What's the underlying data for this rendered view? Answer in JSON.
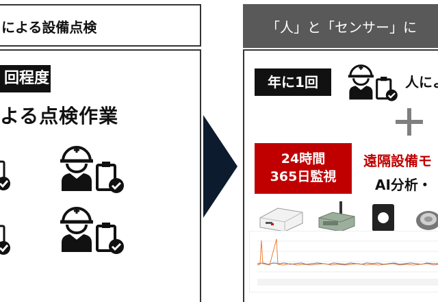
{
  "left": {
    "header_title": "による設備点検",
    "frequency_label": "回程度",
    "subtitle": "よる点検作業",
    "icons": [
      "worker-clipboard-icon",
      "worker-clipboard-icon",
      "worker-clipboard-icon",
      "worker-clipboard-icon"
    ]
  },
  "arrow": {
    "icon": "right-arrow-icon"
  },
  "right": {
    "header_title": "「人」と「センサー」に",
    "frequency_label": "年に1回",
    "by_person_text": "人によ",
    "plus_icon": "plus-icon",
    "monitoring_line1": "24時間",
    "monitoring_line2": "365日監視",
    "remote_text": "遠隔設備モ",
    "ai_text": "AI分析・",
    "devices": [
      "gateway-device-icon",
      "wireless-sensor-device-icon",
      "current-clamp-sensor-icon",
      "round-sensor-icon"
    ],
    "chart": {
      "type": "line",
      "series_colors": [
        "#4472c4",
        "#ed7d31"
      ]
    }
  },
  "colors": {
    "accent_red": "#c00000",
    "header_gray": "#595959",
    "dark": "#111111"
  }
}
